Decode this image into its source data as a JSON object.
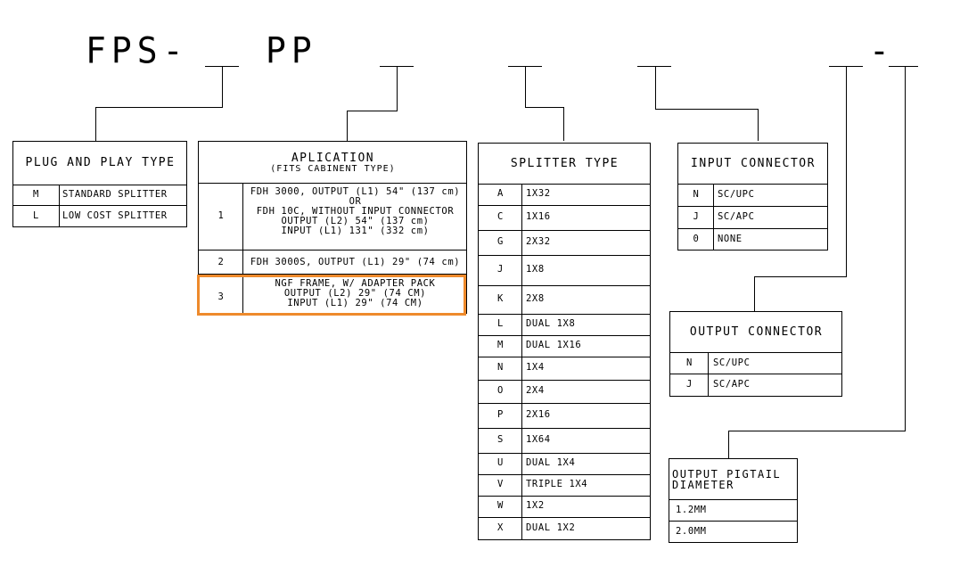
{
  "code": {
    "prefix": "FPS-",
    "pp": "PP",
    "dash": "-"
  },
  "plug_and_play": {
    "title": "PLUG AND PLAY TYPE",
    "rows": [
      {
        "code": "M",
        "desc": "STANDARD SPLITTER"
      },
      {
        "code": "L",
        "desc": "LOW COST SPLITTER"
      }
    ]
  },
  "application": {
    "title": "APLICATION",
    "subtitle": "(FITS CABINENT TYPE)",
    "rows": [
      {
        "code": "1",
        "lines": [
          "FDH 3000, OUTPUT (L1) 54\" (137 cm)",
          "OR",
          "FDH 10C, WITHOUT INPUT CONNECTOR",
          "OUTPUT (L2) 54\" (137 cm)",
          "INPUT (L1) 131\" (332 cm)"
        ]
      },
      {
        "code": "2",
        "lines": [
          "FDH 3000S, OUTPUT (L1) 29\" (74 cm)"
        ]
      },
      {
        "code": "3",
        "lines": [
          "NGF FRAME, W/ ADAPTER PACK",
          "OUTPUT (L2) 29\" (74 CM)",
          "INPUT (L1) 29\" (74 CM)"
        ]
      }
    ],
    "highlight_color": "#ee8a2c"
  },
  "splitter_type": {
    "title": "SPLITTER TYPE",
    "rows": [
      {
        "code": "A",
        "desc": "1X32"
      },
      {
        "code": "C",
        "desc": "1X16"
      },
      {
        "code": "G",
        "desc": "2X32"
      },
      {
        "code": "J",
        "desc": "1X8"
      },
      {
        "code": "K",
        "desc": "2X8"
      },
      {
        "code": "L",
        "desc": "DUAL 1X8"
      },
      {
        "code": "M",
        "desc": "DUAL 1X16"
      },
      {
        "code": "N",
        "desc": "1X4"
      },
      {
        "code": "O",
        "desc": "2X4"
      },
      {
        "code": "P",
        "desc": "2X16"
      },
      {
        "code": "S",
        "desc": "1X64"
      },
      {
        "code": "U",
        "desc": "DUAL 1X4"
      },
      {
        "code": "V",
        "desc": "TRIPLE 1X4"
      },
      {
        "code": "W",
        "desc": "1X2"
      },
      {
        "code": "X",
        "desc": "DUAL 1X2"
      }
    ]
  },
  "input_connector": {
    "title": "INPUT CONNECTOR",
    "rows": [
      {
        "code": "N",
        "desc": "SC/UPC"
      },
      {
        "code": "J",
        "desc": "SC/APC"
      },
      {
        "code": "0",
        "desc": "NONE"
      }
    ]
  },
  "output_connector": {
    "title": "OUTPUT CONNECTOR",
    "rows": [
      {
        "code": "N",
        "desc": "SC/UPC"
      },
      {
        "code": "J",
        "desc": "SC/APC"
      }
    ]
  },
  "pigtail": {
    "title_line1": "OUTPUT PIGTAIL",
    "title_line2": "DIAMETER",
    "rows": [
      {
        "desc": "1.2MM"
      },
      {
        "desc": "2.0MM"
      }
    ]
  }
}
